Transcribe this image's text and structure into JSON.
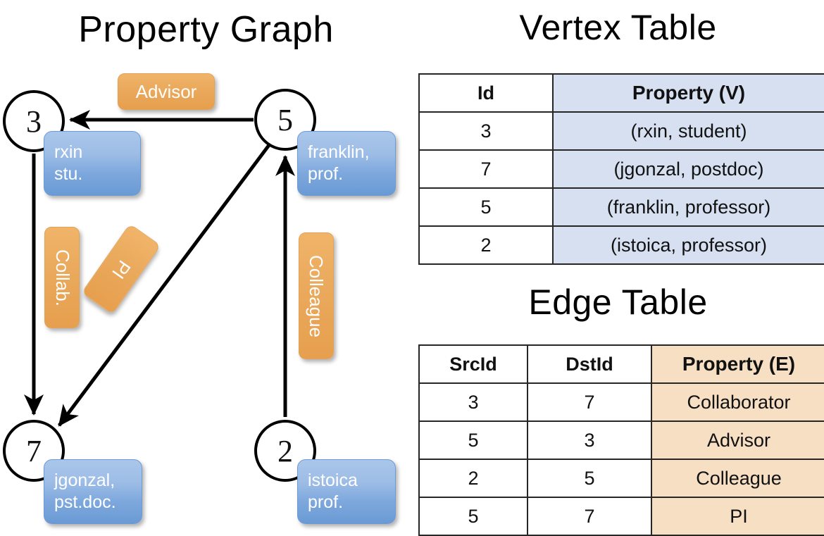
{
  "panels": {
    "graph_title": "Property Graph",
    "vertex_table_title": "Vertex Table",
    "edge_table_title": "Edge Table"
  },
  "graph": {
    "nodes": [
      {
        "id": "3",
        "label": "3",
        "property_text": "rxin\nstu."
      },
      {
        "id": "5",
        "label": "5",
        "property_text": "franklin,\nprof."
      },
      {
        "id": "7",
        "label": "7",
        "property_text": "jgonzal,\npst.doc."
      },
      {
        "id": "2",
        "label": "2",
        "property_text": "istoica\nprof."
      }
    ],
    "edge_labels": [
      {
        "id": "advisor",
        "text": "Advisor",
        "orientation": "horizontal"
      },
      {
        "id": "collab",
        "text": "Collab.",
        "orientation": "vertical"
      },
      {
        "id": "pi",
        "text": "PI",
        "orientation": "diagonal"
      },
      {
        "id": "colleague",
        "text": "Colleague",
        "orientation": "vertical"
      }
    ]
  },
  "vertex_table": {
    "headers": [
      "Id",
      "Property (V)"
    ],
    "rows": [
      {
        "id": "3",
        "property": "(rxin, student)"
      },
      {
        "id": "7",
        "property": "(jgonzal, postdoc)"
      },
      {
        "id": "5",
        "property": "(franklin, professor)"
      },
      {
        "id": "2",
        "property": "(istoica, professor)"
      }
    ]
  },
  "edge_table": {
    "headers": [
      "SrcId",
      "DstId",
      "Property (E)"
    ],
    "rows": [
      {
        "src": "3",
        "dst": "7",
        "property": "Collaborator"
      },
      {
        "src": "5",
        "dst": "3",
        "property": "Advisor"
      },
      {
        "src": "2",
        "dst": "5",
        "property": "Colleague"
      },
      {
        "src": "5",
        "dst": "7",
        "property": "PI"
      }
    ]
  },
  "colors": {
    "vertex_header_fill": "#d6e0f0",
    "edge_header_fill": "#f7dfc4",
    "vertex_callout": "#7ea8dd",
    "edge_callout": "#eaa95c",
    "stroke": "#000000"
  }
}
